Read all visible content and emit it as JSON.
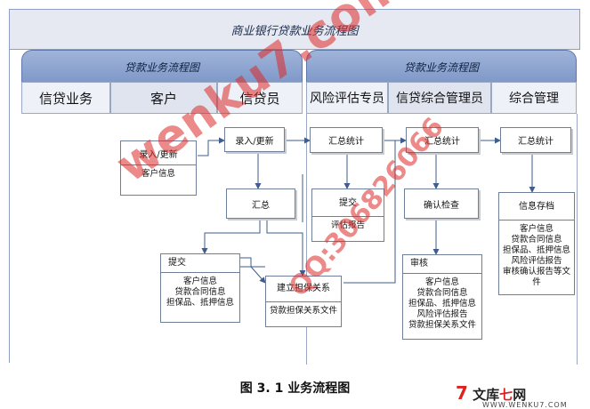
{
  "title": "商业银行贷款业务流程图",
  "lanes": {
    "group_left": "贷款业务流程图",
    "group_right": "贷款业务流程图",
    "columns": [
      "信贷业务",
      "客户",
      "信贷员",
      "风险评估专员",
      "信贷综合管理员",
      "综合管理"
    ]
  },
  "nodes": {
    "record_update": "录入/更新",
    "client_doc_top": "录入/更新",
    "client_doc_body": "客户信息",
    "summary_officer": "汇总",
    "submit_client_head": "提交",
    "submit_client_body": [
      "客户信息",
      "贷款合同信息",
      "担保品、抵押信息"
    ],
    "summary_stats_risk": "汇总统计",
    "submit_risk_head": "提交",
    "submit_risk_body": "评估报告",
    "guarantee_head": "建立担保关系",
    "guarantee_body": "贷款担保关系文件",
    "summary_stats_credit": "汇总统计",
    "confirm_check": "确认检查",
    "review_head": "审核",
    "review_body": [
      "客户信息",
      "贷款合同信息",
      "担保品、抵押信息",
      "风险评估报告",
      "贷款担保关系文件"
    ],
    "summary_stats_mgmt": "汇总统计",
    "archive_head": "信息存档",
    "archive_body": [
      "客户信息",
      "贷款合同信息",
      "担保品、抵押信息",
      "风险评估报告",
      "审核确认报告等文件"
    ]
  },
  "caption": "图 3. 1 业务流程图",
  "watermark": {
    "main": "wenku7.com",
    "qq": "QQ:306826066"
  },
  "logo": {
    "text": "文库",
    "seven": "七",
    "net": "网",
    "url": "WWW.WENKU7.COM"
  }
}
